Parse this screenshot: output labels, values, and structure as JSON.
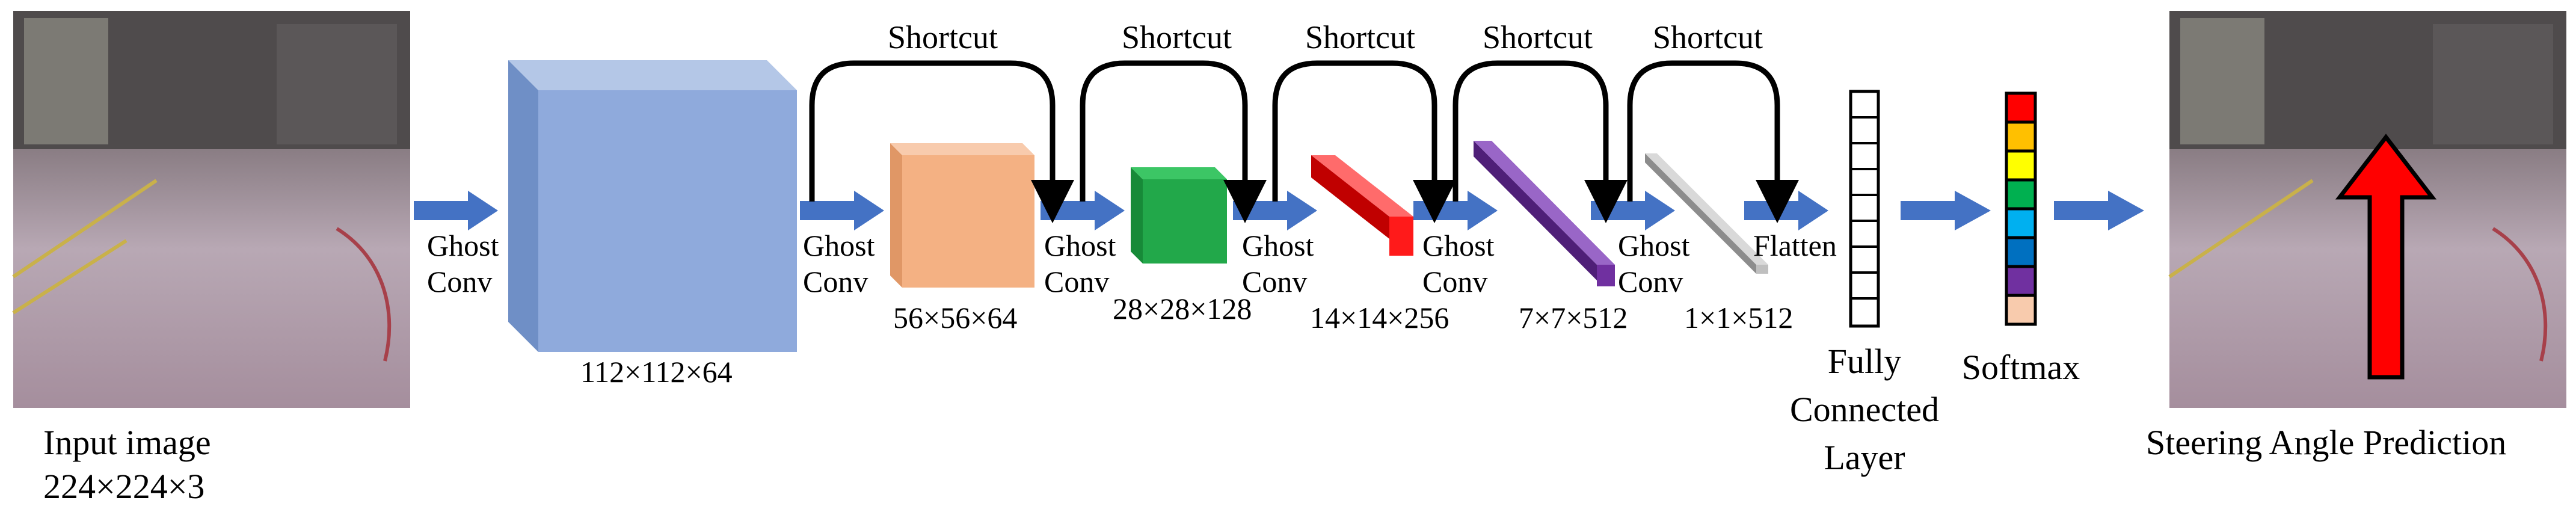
{
  "input": {
    "title": "Input image",
    "dims": "224×224×3"
  },
  "output": {
    "title": "Steering Angle Prediction"
  },
  "shortcut_label": "Shortcut",
  "blocks": [
    {
      "op_top": "Ghost",
      "op_bottom": "Conv",
      "dims": "112×112×64",
      "color": "#8faadc"
    },
    {
      "op_top": "Ghost",
      "op_bottom": "Conv",
      "dims": "56×56×64",
      "color": "#f4b183"
    },
    {
      "op_top": "Ghost",
      "op_bottom": "Conv",
      "dims": "28×28×128",
      "color": "#22a84a"
    },
    {
      "op_top": "Ghost",
      "op_bottom": "Conv",
      "dims": "14×14×256",
      "color": "#ff1a1a"
    },
    {
      "op_top": "Ghost",
      "op_bottom": "Conv",
      "dims": "7×7×512",
      "color": "#7030a0"
    },
    {
      "op_top": "Ghost",
      "op_bottom": "Conv",
      "dims": "1×1×512",
      "color": "#bfbfbf"
    }
  ],
  "flatten_label": "Flatten",
  "fc": {
    "line1": "Fully",
    "line2": "Connected",
    "line3": "Layer"
  },
  "softmax": {
    "label": "Softmax",
    "colors": [
      "#ff0000",
      "#ffc000",
      "#ffff00",
      "#00b050",
      "#00b0f0",
      "#0070c0",
      "#7030a0",
      "#f8cbad"
    ]
  },
  "colors": {
    "arrow": "#4472c4",
    "steering_arrow": "#ff0000"
  }
}
